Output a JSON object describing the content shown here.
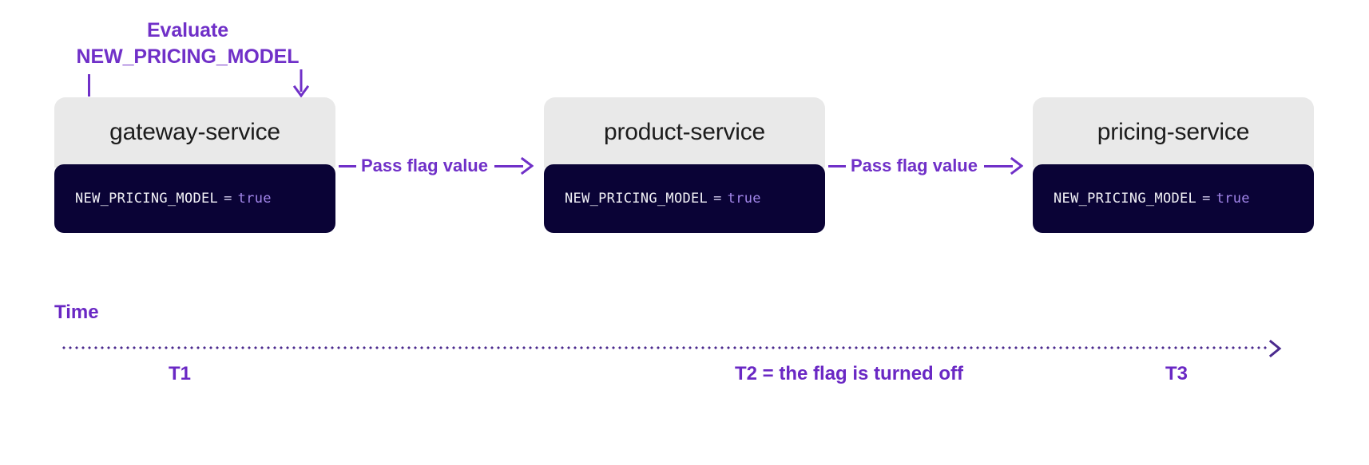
{
  "annotation": {
    "line1": "Evaluate",
    "line2": "NEW_PRICING_MODEL"
  },
  "services": [
    {
      "name": "gateway-service",
      "code_key": "NEW_PRICING_MODEL",
      "code_eq": "=",
      "code_value": "true"
    },
    {
      "name": "product-service",
      "code_key": "NEW_PRICING_MODEL",
      "code_eq": "=",
      "code_value": "true"
    },
    {
      "name": "pricing-service",
      "code_key": "NEW_PRICING_MODEL",
      "code_eq": "=",
      "code_value": "true"
    }
  ],
  "connectors": [
    {
      "label": "Pass flag value"
    },
    {
      "label": "Pass flag value"
    }
  ],
  "timeline": {
    "label": "Time",
    "markers": [
      {
        "id": "T1",
        "text": "T1"
      },
      {
        "id": "T2",
        "text": "T2 = the flag is turned off"
      },
      {
        "id": "T3",
        "text": "T3"
      }
    ]
  },
  "colors": {
    "accent_purple": "#7030c8",
    "timeline_purple": "#6a28c4",
    "card_header_bg": "#e9e9e9",
    "code_bg": "#0a0336",
    "code_value": "#a286ea",
    "page_bg": "#ffffff"
  }
}
